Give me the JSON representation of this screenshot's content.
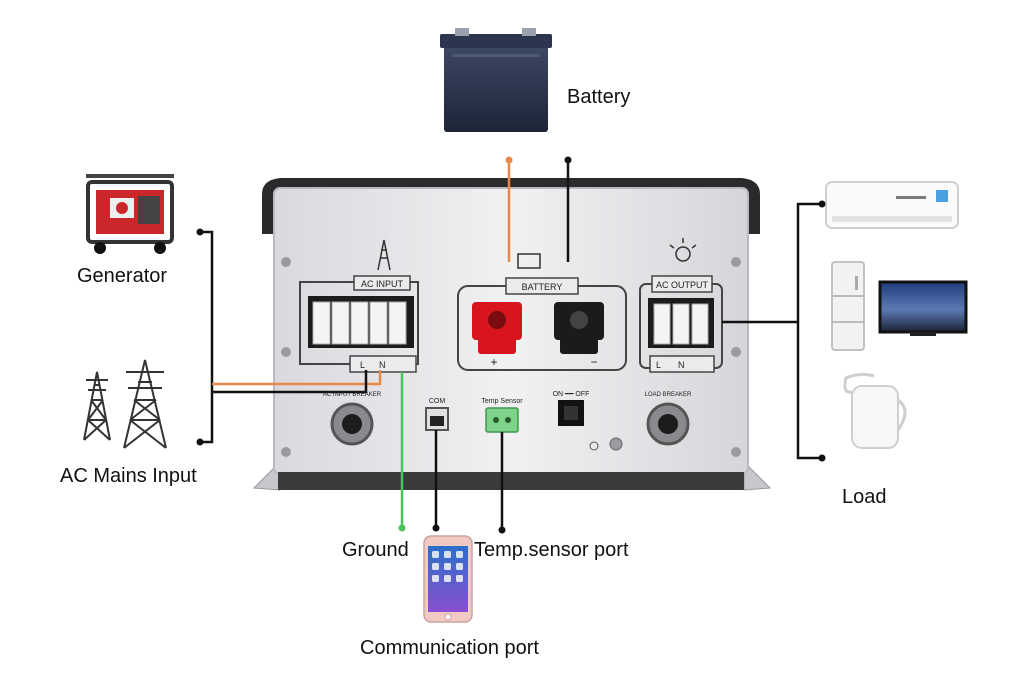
{
  "labels": {
    "battery": "Battery",
    "generator": "Generator",
    "ac_mains": "AC Mains Input",
    "load": "Load",
    "ground": "Ground",
    "temp_sensor_port": "Temp.sensor port",
    "communication_port": "Communication port"
  },
  "panel": {
    "ac_input": "AC INPUT",
    "battery": "BATTERY",
    "ac_output": "AC OUTPUT",
    "ac_input_breaker": "AC INPUT BREAKER",
    "load_breaker": "LOAD BREAKER",
    "com": "COM",
    "temp_sensor": "Temp Sensor",
    "switch": "ON ━━ OFF",
    "terminal_l": "L",
    "terminal_n": "N",
    "plus": "+",
    "minus": "−"
  },
  "colors": {
    "orange_wire": "#e8894a",
    "green_wire": "#4cc35a",
    "black_wire": "#111111",
    "panel_face": "#ebebee",
    "lid": "#2a2a2d",
    "red_terminal": "#d8141e",
    "black_terminal": "#1b1b1b"
  }
}
